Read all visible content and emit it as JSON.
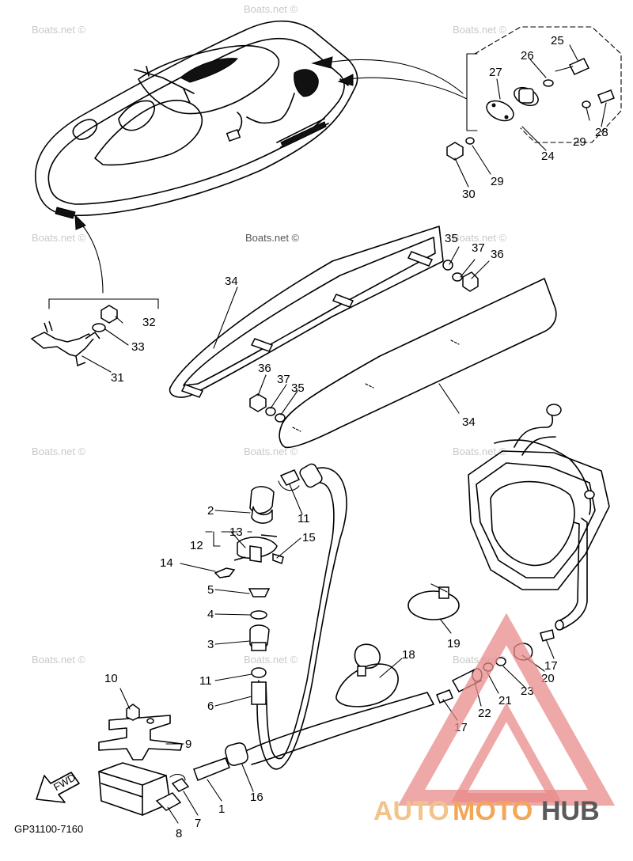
{
  "diagram_code": "GP31100-7160",
  "fwd_label": "FWD",
  "watermark_text": "Boats.net ©",
  "brand": {
    "part1": "AUTO",
    "part2": "MOTO",
    "part3": "HUB",
    "color_light": "#f2c38a",
    "color_mid": "#f2a65a",
    "color_dark": "#5a5a5a",
    "triangle_color": "#e88b8b"
  },
  "callouts": [
    "1",
    "2",
    "3",
    "4",
    "5",
    "6",
    "7",
    "8",
    "9",
    "10",
    "11",
    "11",
    "12",
    "13",
    "14",
    "15",
    "16",
    "17",
    "17",
    "18",
    "19",
    "20",
    "21",
    "22",
    "23",
    "24",
    "25",
    "26",
    "27",
    "28",
    "29",
    "29",
    "30",
    "31",
    "32",
    "33",
    "34",
    "34",
    "35",
    "35",
    "36",
    "36",
    "37",
    "37"
  ]
}
